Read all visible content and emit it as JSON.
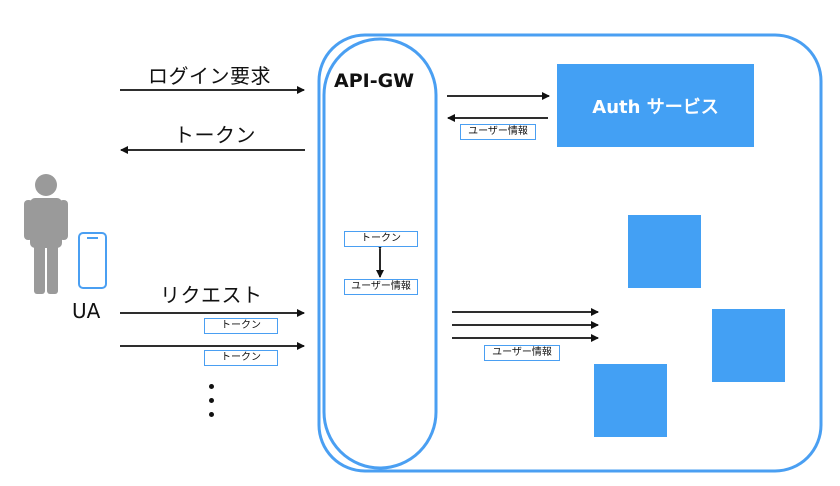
{
  "user": {
    "label": "UA"
  },
  "flows": {
    "login_request": "ログイン要求",
    "token_response": "トークン",
    "request": "リクエスト",
    "request_tag": "トークン"
  },
  "gateway": {
    "title": "API-GW",
    "token_tag": "トークン",
    "user_info_tag": "ユーザー情報"
  },
  "auth": {
    "label": "Auth サービス",
    "user_info_tag": "ユーザー情報"
  },
  "services": {
    "user_info_tag": "ユーザー情報"
  },
  "colors": {
    "accent": "#43a0f4",
    "border": "#4a9ff2",
    "person": "#9a9a9a",
    "arrow": "#111111"
  }
}
